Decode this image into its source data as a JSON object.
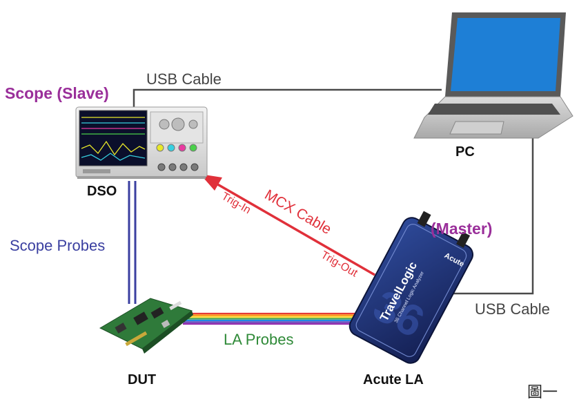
{
  "labels": {
    "scope_slave": "Scope (Slave)",
    "usb_cable_top": "USB Cable",
    "pc": "PC",
    "dso": "DSO",
    "scope_probes": "Scope Probes",
    "mcx_cable": "MCX Cable",
    "trig_in": "Trig-In",
    "trig_out": "Trig-Out",
    "master": "(Master)",
    "usb_cable_right": "USB Cable",
    "la_probes": "LA Probes",
    "dut": "DUT",
    "acute_la": "Acute LA",
    "figure_mark": "圖一"
  },
  "device_text": {
    "brand": "Acute",
    "product": "TravelLogic",
    "product_sub": "36 Channel Logic Analyzer"
  },
  "colors": {
    "label_purple": "#9a2f9a",
    "usb_line": "#4a4a4a",
    "probe_blue": "#3a3fa0",
    "mcx_red": "#e0303a",
    "la_green": "#2f8a38",
    "device_navy": "#1e2f6e",
    "pc_screen": "#1e7fd6"
  }
}
